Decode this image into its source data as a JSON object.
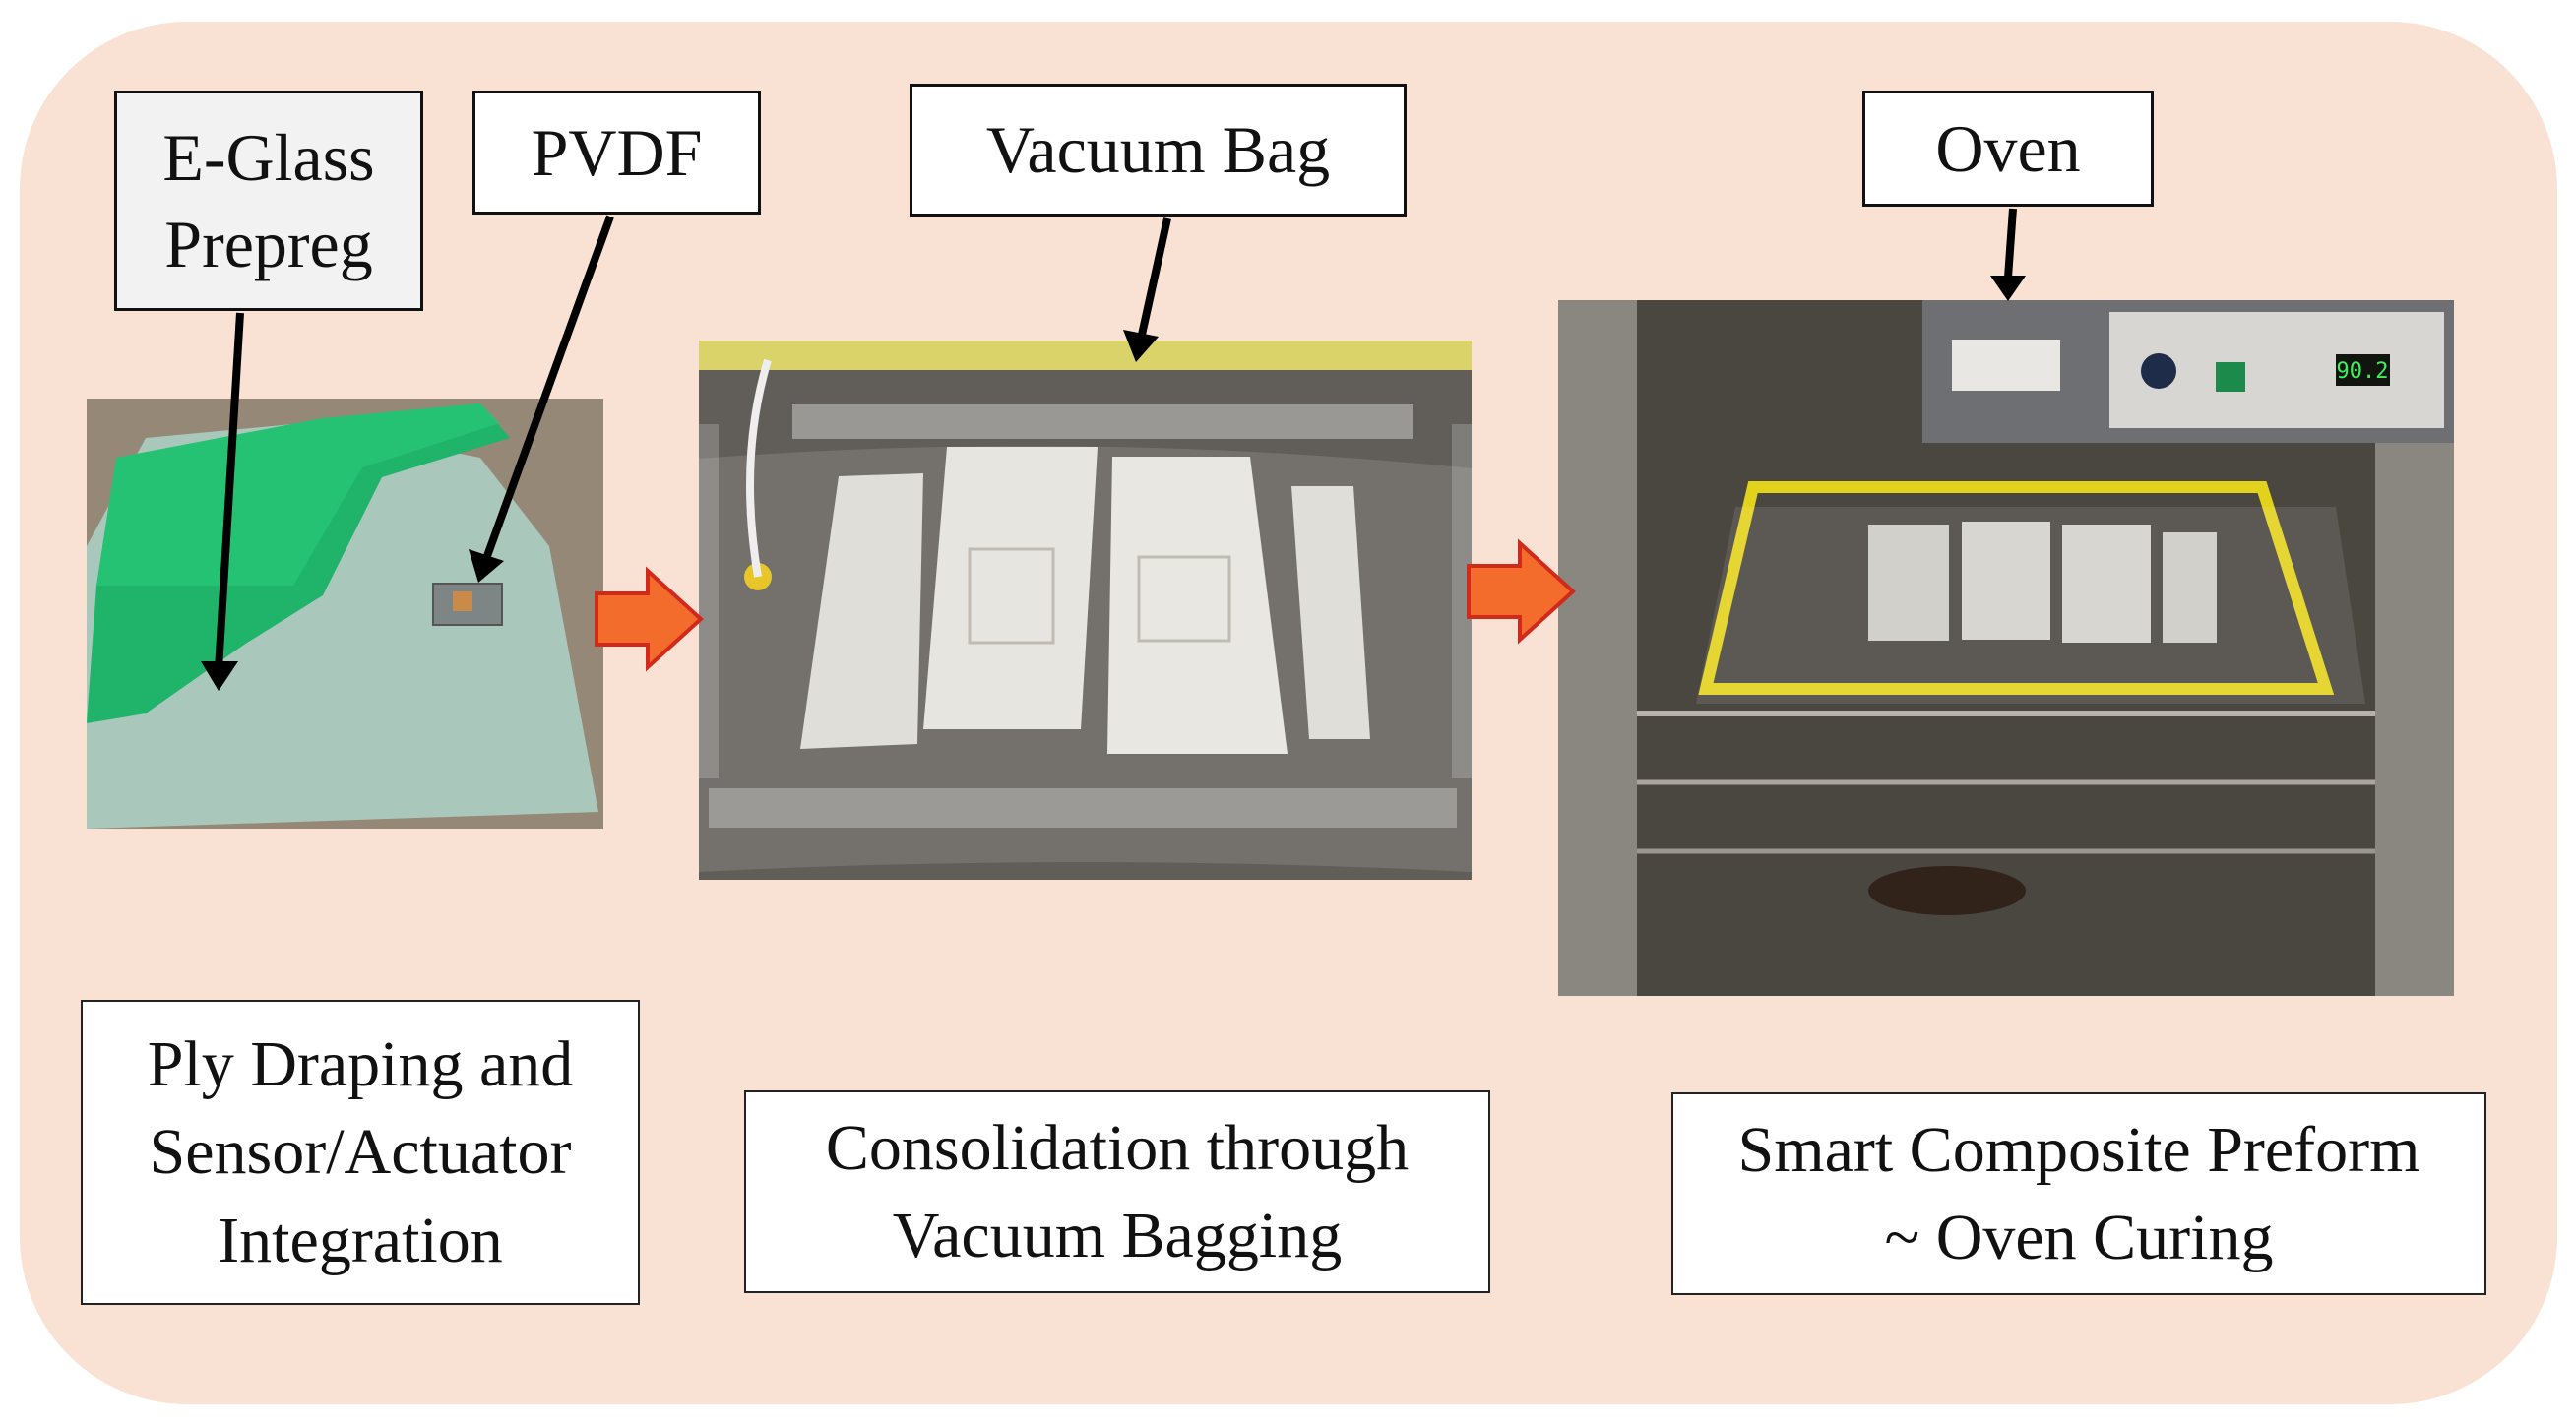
{
  "labels": {
    "eglass": "E-Glass\nPrepreg",
    "pvdf": "PVDF",
    "vacuum_bag": "Vacuum Bag",
    "oven": "Oven"
  },
  "captions": {
    "step1": "Ply Draping and\nSensor/Actuator\nIntegration",
    "step2": "Consolidation through\nVacuum Bagging",
    "step3": "Smart Composite Preform\n~ Oven Curing"
  },
  "oven_display": "90.2",
  "colors": {
    "background_panel": "#f9e1d4",
    "arrow_fill": "#f36c2c",
    "arrow_outline": "#d12a1a",
    "prepreg_green": "#22b36a",
    "tape_yellow": "#e3d21c"
  }
}
